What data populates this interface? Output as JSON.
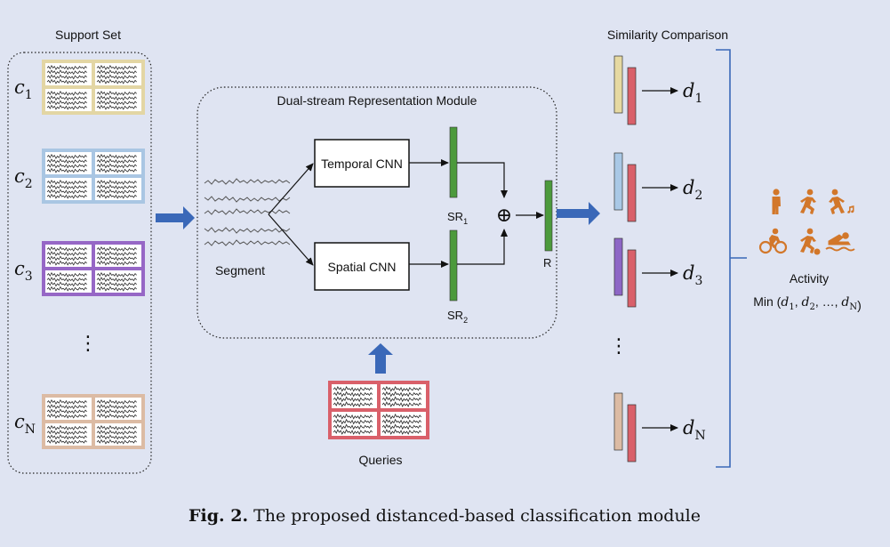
{
  "support_set": {
    "title": "Support Set",
    "classes": [
      {
        "label": "c",
        "sub": "1",
        "color": "#e3d6a4"
      },
      {
        "label": "c",
        "sub": "2",
        "color": "#a9c6e3"
      },
      {
        "label": "c",
        "sub": "3",
        "color": "#9667c6"
      },
      {
        "label": "c",
        "sub": "N",
        "color": "#dcbba4"
      }
    ]
  },
  "module": {
    "title": "Dual-stream Representation Module",
    "segment_label": "Segment",
    "temporal_label": "Temporal CNN",
    "spatial_label": "Spatial CNN",
    "sr1_label": "SR",
    "sr1_sub": "1",
    "sr2_label": "SR",
    "sr2_sub": "2",
    "plus_symbol": "⊕",
    "r_label": "R"
  },
  "queries": {
    "label": "Queries",
    "color": "#d9606a"
  },
  "similarity": {
    "title": "Similarity Comparison",
    "distances": [
      {
        "label": "d",
        "sub": "1",
        "color": "#e6d9a2"
      },
      {
        "label": "d",
        "sub": "2",
        "color": "#a9c8e6"
      },
      {
        "label": "d",
        "sub": "3",
        "color": "#8d66c6"
      },
      {
        "label": "d",
        "sub": "N",
        "color": "#dcbba4"
      }
    ]
  },
  "activity": {
    "label": "Activity",
    "min_prefix": "Min (",
    "min_terms": [
      {
        "v": "d",
        "s": "1"
      },
      {
        "v": "d",
        "s": "2"
      },
      {
        "v": "d",
        "s": "N"
      }
    ],
    "min_ellipsis": "…",
    "min_suffix": ")",
    "icon_color": "#d2772a",
    "note_glyph": "♫"
  },
  "colors": {
    "arrow_blue": "#3a68b8",
    "sr_green": "#4c9a3c",
    "query_red": "#d9606a",
    "bracket_blue": "#3a68b8"
  },
  "vertical_dots": "⋮",
  "caption": {
    "label": "Fig. 2.",
    "text": "The proposed distanced-based classification module"
  }
}
